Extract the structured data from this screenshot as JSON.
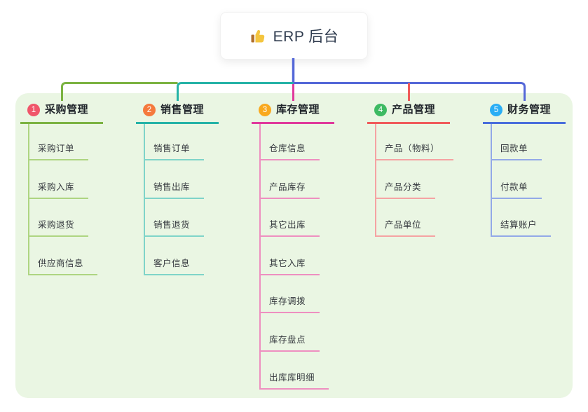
{
  "root": {
    "label": "ERP 后台",
    "icon": "thumbs-up-icon",
    "icon_colors": {
      "hand": "#f4c53e",
      "cuff": "#b06f2c"
    }
  },
  "panel": {
    "bg": "#eaf6e3"
  },
  "connector_colors": {
    "stem": "#5568d8"
  },
  "branches": [
    {
      "num": "1",
      "label": "采购管理",
      "circle_color": "#f0566a",
      "line_color": "#7cb342",
      "child_line_color": "#aed581",
      "children": [
        "采购订单",
        "采购入库",
        "采购退货",
        "供应商信息"
      ]
    },
    {
      "num": "2",
      "label": "销售管理",
      "circle_color": "#f57a3d",
      "line_color": "#26b3a7",
      "child_line_color": "#7fd4c9",
      "children": [
        "销售订单",
        "销售出库",
        "销售退货",
        "客户信息"
      ]
    },
    {
      "num": "3",
      "label": "库存管理",
      "circle_color": "#f9a91e",
      "line_color": "#e03a9c",
      "child_line_color": "#ee8fc0",
      "children": [
        "仓库信息",
        "产品库存",
        "其它出库",
        "其它入库",
        "库存调拨",
        "库存盘点",
        "出库库明细"
      ]
    },
    {
      "num": "4",
      "label": "产品管理",
      "circle_color": "#3dba62",
      "line_color": "#f05b5b",
      "child_line_color": "#f5a3a3",
      "children": [
        "产品（物料）",
        "产品分类",
        "产品单位"
      ]
    },
    {
      "num": "5",
      "label": "财务管理",
      "circle_color": "#2aaef5",
      "line_color": "#4a6edc",
      "child_line_color": "#93a9e8",
      "children": [
        "回款单",
        "付款单",
        "结算账户"
      ]
    }
  ]
}
